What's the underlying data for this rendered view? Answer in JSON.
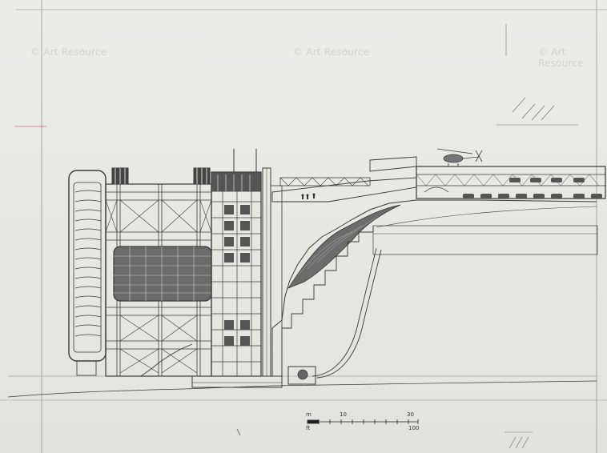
{
  "watermarks": [
    "© Art Resource",
    "© Art Resource",
    "© Art Resource"
  ],
  "scale_bar": {
    "unit_top": "m",
    "unit_bottom": "ft",
    "marks_top": [
      "10",
      "30"
    ],
    "marks_bottom": [
      "100"
    ]
  },
  "colors": {
    "ink": "#3a3a3a",
    "paper": "#e9e9e6",
    "tone": "#555555"
  }
}
